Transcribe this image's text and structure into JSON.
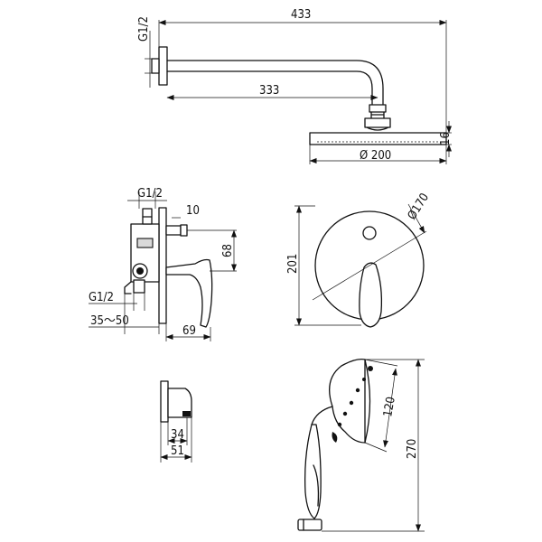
{
  "dimensions": {
    "head_arm_thread": "G1/2",
    "arm_overall_length": "433",
    "arm_length": "333",
    "head_thickness": "16",
    "head_diameter": "Ø 200",
    "valve_thread_top": "G1/2",
    "valve_offset_top": "10",
    "valve_spacing": "68",
    "valve_thread_bottom": "G1/2",
    "wall_depth": "35～50",
    "lever_projection": "69",
    "plate_diameter": "Ø170",
    "plate_height": "201",
    "outlet_projection": "34",
    "outlet_width": "51",
    "hand_shower_face": "120",
    "hand_shower_length": "270"
  }
}
